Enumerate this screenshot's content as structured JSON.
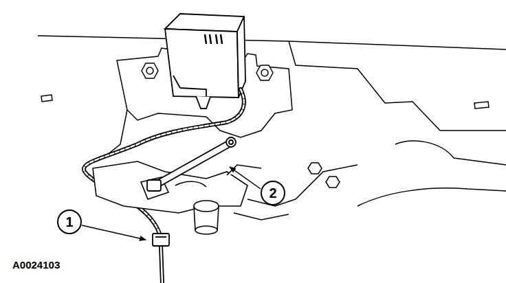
{
  "diagram": {
    "nodes": [
      {
        "text": [
          "1"
        ]
      },
      {
        "text": [
          "2"
        ]
      }
    ],
    "labels": [
      "A0024103"
    ]
  }
}
